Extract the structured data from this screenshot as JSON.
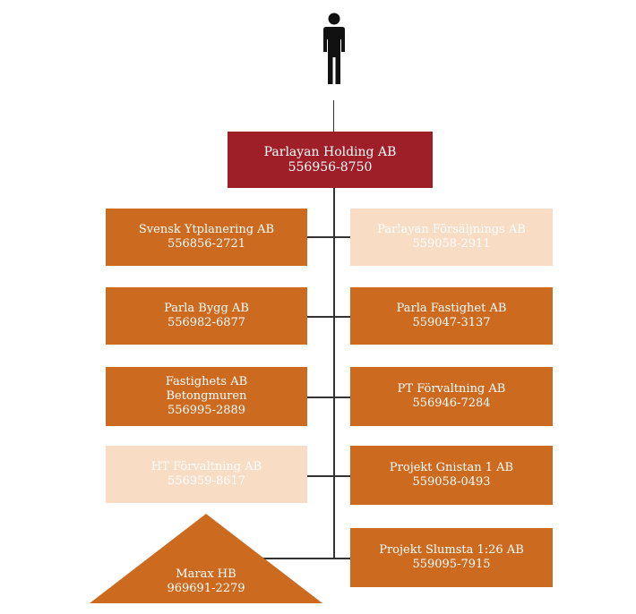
{
  "owner": {
    "icon": "person-icon"
  },
  "holding": {
    "name": "Parlayan Holding AB",
    "org": "556956-8750"
  },
  "left": [
    {
      "name": "Svensk Ytplanering AB",
      "org": "556856-2721",
      "style": "orange"
    },
    {
      "name": "Parla Bygg AB",
      "org": "556982-6877",
      "style": "orange"
    },
    {
      "name": "Fastighets AB Betongmuren",
      "org": "556995-2889",
      "style": "orange"
    },
    {
      "name": "HT Förvaltning AB",
      "org": "556959-8617",
      "style": "pale"
    }
  ],
  "right": [
    {
      "name": "Parlayan Försäljnings AB",
      "org": "559058-2911",
      "style": "pale"
    },
    {
      "name": "Parla Fastighet AB",
      "org": "559047-3137",
      "style": "orange"
    },
    {
      "name": "PT Förvaltning AB",
      "org": "556946-7284",
      "style": "orange"
    },
    {
      "name": "Projekt Gnistan 1 AB",
      "org": "559058-0493",
      "style": "orange"
    },
    {
      "name": "Projekt Slumsta 1:26 AB",
      "org": "559095-7915",
      "style": "orange"
    }
  ],
  "partnership": {
    "name": "Marax HB",
    "org": "969691-2279"
  },
  "colors": {
    "orange": "#cc6a1f",
    "pale": "#f8dcc4",
    "red": "#9e1f28"
  }
}
